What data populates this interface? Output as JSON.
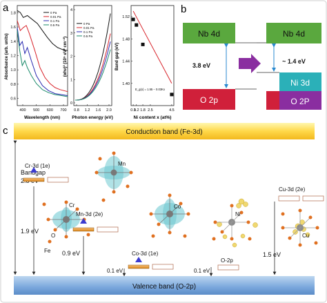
{
  "panel_a": {
    "letter": "a",
    "plot1": {
      "ylabel": "Absorbance (arb. units)",
      "xlabel": "Wavelength (nm)",
      "xticks": [
        "400",
        "500",
        "600",
        "700"
      ],
      "yticks": [
        "0.6",
        "0.8",
        "1.0",
        "1.2",
        "1.4",
        "1.6",
        "1.8"
      ],
      "legend": [
        "0 Pa",
        "0.01 Pa",
        "0.1 Pa",
        "0.5 Pa"
      ]
    },
    "plot2": {
      "ylabel": "(αhν)² (10⁹ eV² cm⁻²)",
      "xlabel": "Photon energy (eV)",
      "xticks": [
        "0.8",
        "1.2",
        "1.6",
        "2.0"
      ],
      "yticks": [
        "0",
        "1",
        "2",
        "3",
        "4"
      ],
      "legend": [
        "0 Pa",
        "0.01 Pa",
        "0.1 Pa",
        "0.5 Pa"
      ]
    },
    "plot3": {
      "ylabel": "Band gap (eV)",
      "xlabel": "Ni content x (at%)",
      "xticks": [
        "0.9",
        "1.2",
        "1.8",
        "2.5",
        "4.5"
      ],
      "yticks": [
        "1.40",
        "1.44",
        "1.48",
        "1.52"
      ],
      "equation": "E_g(x) = 1.55 − 0.03Kx"
    },
    "colors": {
      "s0": "#111111",
      "s1": "#d8232a",
      "s2": "#2a2ab0",
      "s3": "#1a8a6a"
    }
  },
  "chart_data": {
    "type": "scatter",
    "title": "",
    "xlabel": "Ni content x (at%)",
    "ylabel": "Band gap (eV)",
    "x": [
      0.9,
      1.2,
      1.8,
      4.5
    ],
    "y": [
      1.515,
      1.505,
      1.47,
      1.38
    ],
    "fit_line": {
      "x": [
        0.9,
        4.5
      ],
      "y": [
        1.53,
        1.4
      ]
    },
    "xlim": [
      0.7,
      4.7
    ],
    "ylim": [
      1.36,
      1.54
    ]
  },
  "panel_b": {
    "letter": "b",
    "left": {
      "top": "Nb 4d",
      "bottom": "O 2p",
      "gap": "3.8 eV"
    },
    "right": {
      "top": "Nb 4d",
      "mid": "Ni 3d",
      "bottom": "O 2P",
      "gap": "~ 1.4 eV"
    },
    "colors": {
      "green": "#5aa83e",
      "red": "#d0203a",
      "teal": "#2bb0b8",
      "purple": "#8a2ea0"
    }
  },
  "panel_c": {
    "letter": "c",
    "conduction_band": "Conduction band (Fe-3d)",
    "valence_band": "Valence band (O-2p)",
    "bandgap_label": "Bandgap",
    "bandgap_value": "2.8 eV",
    "levels": {
      "cr": {
        "label": "Cr-3d (1e)",
        "energy": "1.9 eV",
        "ion": "Cr"
      },
      "mn": {
        "label": "Mn-3d (2e)",
        "energy": "0.9 eV",
        "ion": "Mn"
      },
      "co": {
        "label": "Co-3d (1e)",
        "energy": "0.1 eV",
        "ion": "Co"
      },
      "ni": {
        "label": "O-2p",
        "energy": "0.1 eV",
        "ion": "Ni"
      },
      "cu": {
        "label": "Cu-3d (2e)",
        "energy": "1.5 eV",
        "ion": "Cu"
      }
    },
    "atom_labels": {
      "o": "O",
      "fe": "Fe"
    }
  }
}
